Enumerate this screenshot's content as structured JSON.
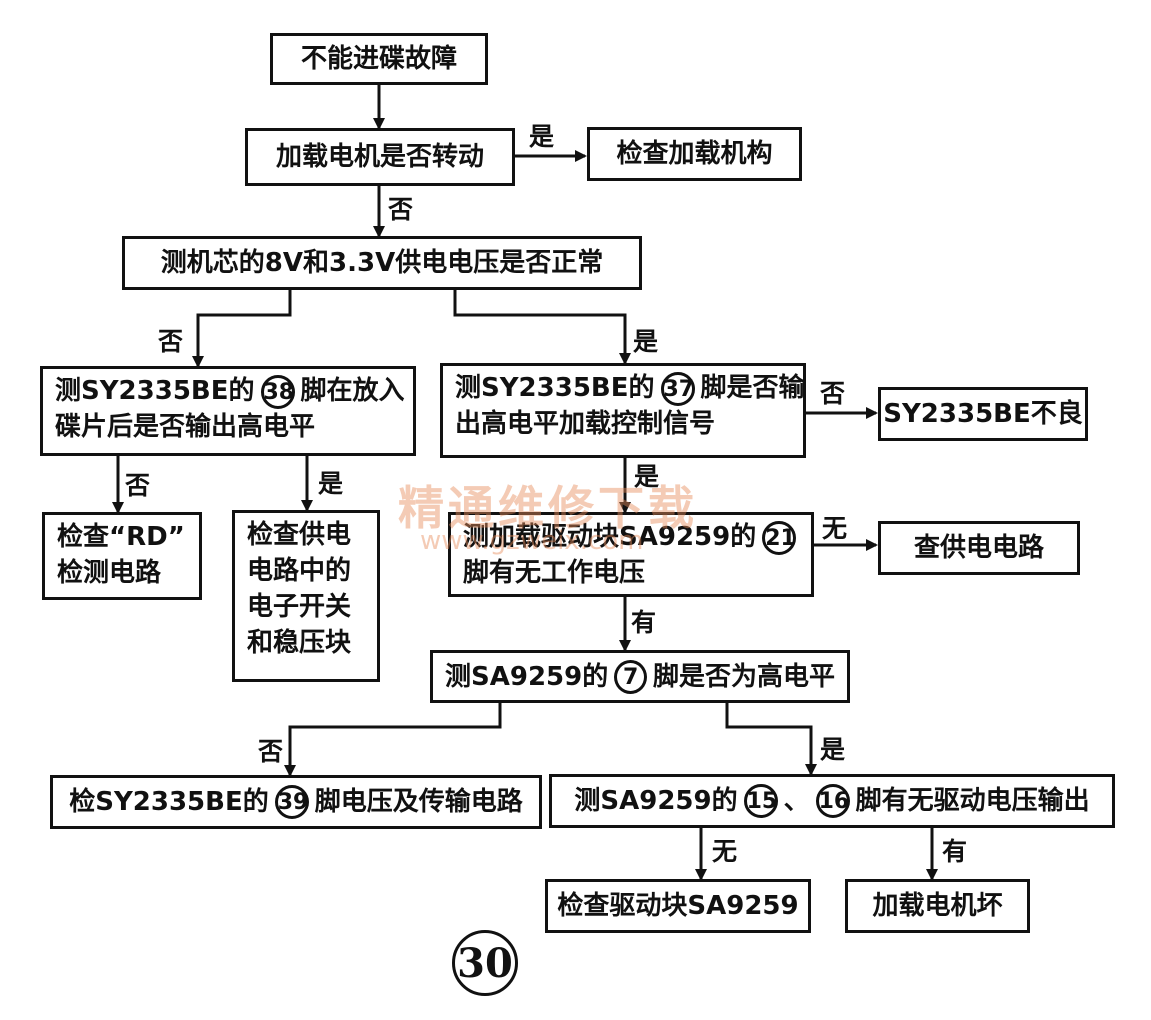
{
  "nodes": {
    "start": "不能进碟故障",
    "loading_motor": "加载电机是否转动",
    "check_loading_mech": "检查加载机构",
    "supply_voltage": "测机芯的8V和3.3V供电电压是否正常",
    "pin38_prefix": "测SY2335BE的",
    "pin38_num": "38",
    "pin38_suffix": "脚在放入",
    "pin38_line2": "碟片后是否输出高电平",
    "pin37_prefix": "测SY2335BE的",
    "pin37_num": "37",
    "pin37_suffix": "脚是否输",
    "pin37_line2": "出高电平加载控制信号",
    "sy_bad": "SY2335BE不良",
    "check_rd_line1": "检查“RD”",
    "check_rd_line2": "检测电路",
    "check_switch_lines": [
      "检查供电",
      "电路中的",
      "电子开关",
      "和稳压块"
    ],
    "driver_pin21_prefix": "测加载驱动块SA9259的",
    "driver_pin21_num": "21",
    "driver_pin21_line2": "脚有无工作电压",
    "check_supply_circuit": "查供电电路",
    "pin7_prefix": "测SA9259的",
    "pin7_num": "7",
    "pin7_suffix": "脚是否为高电平",
    "pin39_prefix": "检SY2335BE的",
    "pin39_num": "39",
    "pin39_suffix": "脚电压及传输电路",
    "pin15_prefix": "测SA9259的",
    "pin15_num": "15",
    "pin15_sep": "、",
    "pin16_num": "16",
    "pin15_suffix": "脚有无驱动电压输出",
    "check_driver": "检查驱动块SA9259",
    "motor_bad": "加载电机坏"
  },
  "labels": {
    "yes": "是",
    "no": "否",
    "none": "无",
    "has": "有"
  },
  "watermark": {
    "title": "精通维修下载",
    "url": "www.gzweix.com"
  },
  "page_number": "30"
}
